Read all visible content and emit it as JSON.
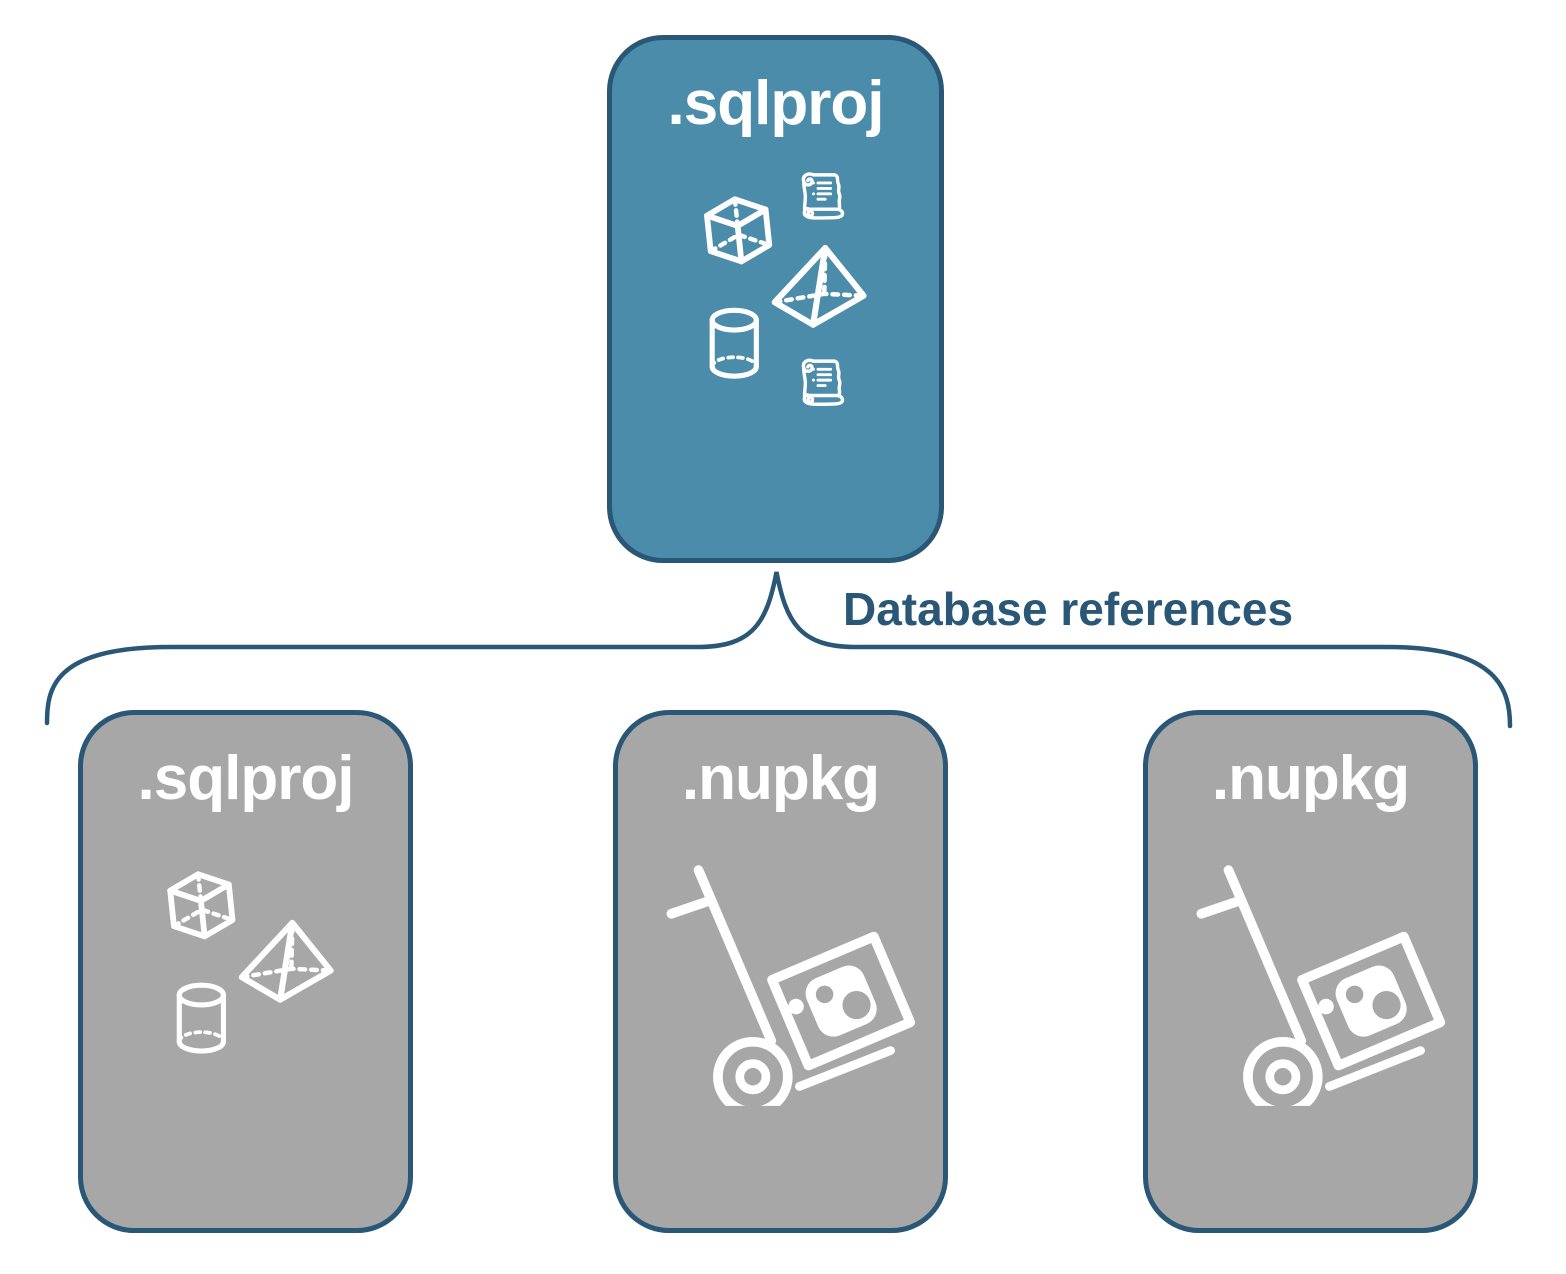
{
  "diagram": {
    "root_card": {
      "label": ".sqlproj"
    },
    "connector_label": "Database references",
    "child_cards": [
      {
        "label": ".sqlproj"
      },
      {
        "label": ".nupkg"
      },
      {
        "label": ".nupkg"
      }
    ]
  },
  "icons": {
    "cube": "cube-icon",
    "pyramid": "pyramid-icon",
    "cylinder": "database-cylinder-icon",
    "scroll": "sql-script-scroll-icon",
    "hand_truck": "nuget-package-hand-truck-icon",
    "nuget_logo": "nuget-logo-icon"
  },
  "colors": {
    "root_card_fill": "#4B8CAB",
    "child_card_fill": "#A7A7A7",
    "card_border": "#2B5777",
    "connector_stroke": "#2B5777",
    "connector_label_text": "#2B5777",
    "card_label_text": "#FFFFFF",
    "icon_stroke": "#FFFFFF",
    "background": "#FFFFFF"
  }
}
